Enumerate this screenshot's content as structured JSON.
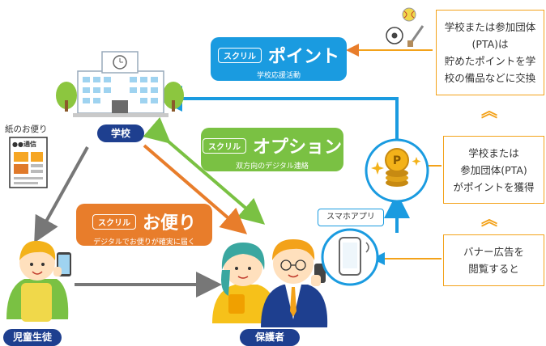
{
  "labels": {
    "school": "学校",
    "student": "児童生徒",
    "parent": "保護者",
    "paper_letter": "紙のお便り",
    "smartphone_app": "スマホアプリ"
  },
  "paper_doc_header": "●●通信",
  "brand_tag": "スクリル",
  "callouts": {
    "point": {
      "title": "ポイント",
      "subtitle": "学校応援活動"
    },
    "option": {
      "title": "オプション",
      "subtitle": "双方向のデジタル連絡"
    },
    "letter": {
      "title": "お便り",
      "subtitle": "デジタルでお便りが確実に届く"
    }
  },
  "info_boxes": {
    "top": "学校または参加団体\n(PTA)は\n貯めたポイントを学\n校の備品などに交換",
    "middle": "学校または\n参加団体(PTA)\nがポイントを獲得",
    "bottom": "バナー広告を\n閲覧すると"
  },
  "colors": {
    "blue": "#1d8fd6",
    "sky": "#1a9be0",
    "green": "#7ac143",
    "orange": "#e87d2b",
    "gold": "#f3a21a",
    "gray": "#777777",
    "navy": "#1e3f8f"
  }
}
